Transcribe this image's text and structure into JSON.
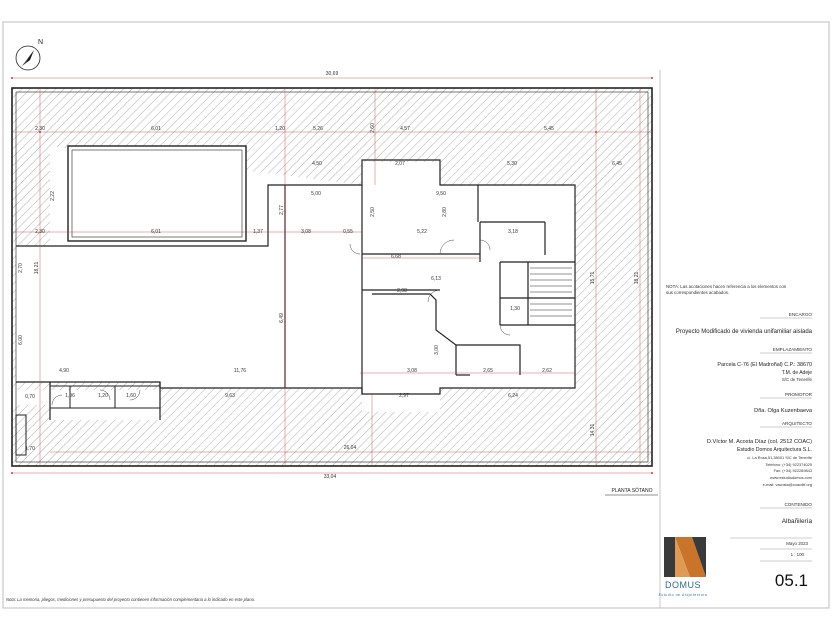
{
  "plan": {
    "north": "N",
    "sheet_label": "PLANTA SÓTANO",
    "footnote": "Nota: La memoria, pliegos, mediciones y presupuesto del proyecto contienen información complementaria a lo indicado en este plano.",
    "dims": {
      "top_total": "30,69",
      "bottom_total": "33,04",
      "bottom_mid": "26,04",
      "d_230": "2,30",
      "d_601": "6,01",
      "d_120a": "1,20",
      "d_526": "5,26",
      "d_457": "4,57",
      "d_545": "5,45",
      "d_530": "5,30",
      "d_645": "6,45",
      "d_207": "2,07",
      "d_500": "5,00",
      "d_450": "4,50",
      "d_950": "9,50",
      "d_250": "2,50",
      "d_260": "2,60",
      "d_230b": "2,30",
      "d_601b": "6,01",
      "d_137": "1,37",
      "d_308": "3,08",
      "d_055": "0,55",
      "d_522": "5,22",
      "d_318": "3,18",
      "d_668": "6,68",
      "d_613": "6,13",
      "d_298": "2,98",
      "d_130": "1,30",
      "d_1176": "11,76",
      "d_490": "4,90",
      "d_963": "9,63",
      "d_308b": "3,08",
      "d_265": "2,65",
      "d_262": "2,62",
      "d_624": "6,24",
      "d_297": "2,97",
      "d_196": "1,96",
      "d_120b": "1,20",
      "d_160": "1,60",
      "d_070": "0,70",
      "d_170": "1,70",
      "d_1821": "18,21",
      "d_1571": "15,71",
      "d_1431": "14,31",
      "d_649": "6,49",
      "d_270": "2,70",
      "d_600": "6,00",
      "d_222": "2,22",
      "d_277": "2,77",
      "d_280": "2,80",
      "d_300": "3,00"
    }
  },
  "title_block": {
    "note": "NOTA: Las acotaciones hacen referencia a los elementos con sus correspondientes acabados.",
    "encargo_label": "ENCARGO",
    "encargo_value": "Proyecto Modificado de vivienda unifamiliar aislada",
    "emplazamiento_label": "EMPLAZAMIENTO",
    "emplazamiento_line1": "Parcela C-76 (El Madroñal) C.P.: 38670",
    "emplazamiento_line2": "T.M. de Adeje",
    "emplazamiento_line3": "S/C de Tenerife",
    "promotor_label": "PROMOTOR",
    "promotor_value": "Dña. Olga Kuzenbaeva",
    "arquitecto_label": "ARQUITECTO",
    "arquitecto_line1": "D.Víctor M. Acosta Díaz (col. 2512 COAC)",
    "arquitecto_line2": "Estudio Domos Arquitectura S.L.",
    "arquitecto_line3": "c/. La Rosa,51,38001 S/C de Tenerife",
    "arquitecto_line4": "Teléfono: (+34) 922374025",
    "arquitecto_line5": "Fax: (+34) 922289843",
    "arquitecto_line6": "www.estudiodomos.com",
    "arquitecto_line7": "e-mail: vacosta@coacdtf.org",
    "contenido_label": "CONTENIDO",
    "contenido_value": "Albañilería",
    "date": "Mayo 2023",
    "scale": "1 : 100",
    "sheet_number": "05.1",
    "logo_name": "DOMUS",
    "logo_sub": "Estudio de Arquitectura"
  },
  "colors": {
    "line": "#222222",
    "hatch": "#8a8a8a",
    "dim_line": "#c43a3a",
    "logo_dark": "#3a3a3a",
    "logo_orange": "#c8742a",
    "logo_text": "#2d6c8f"
  }
}
